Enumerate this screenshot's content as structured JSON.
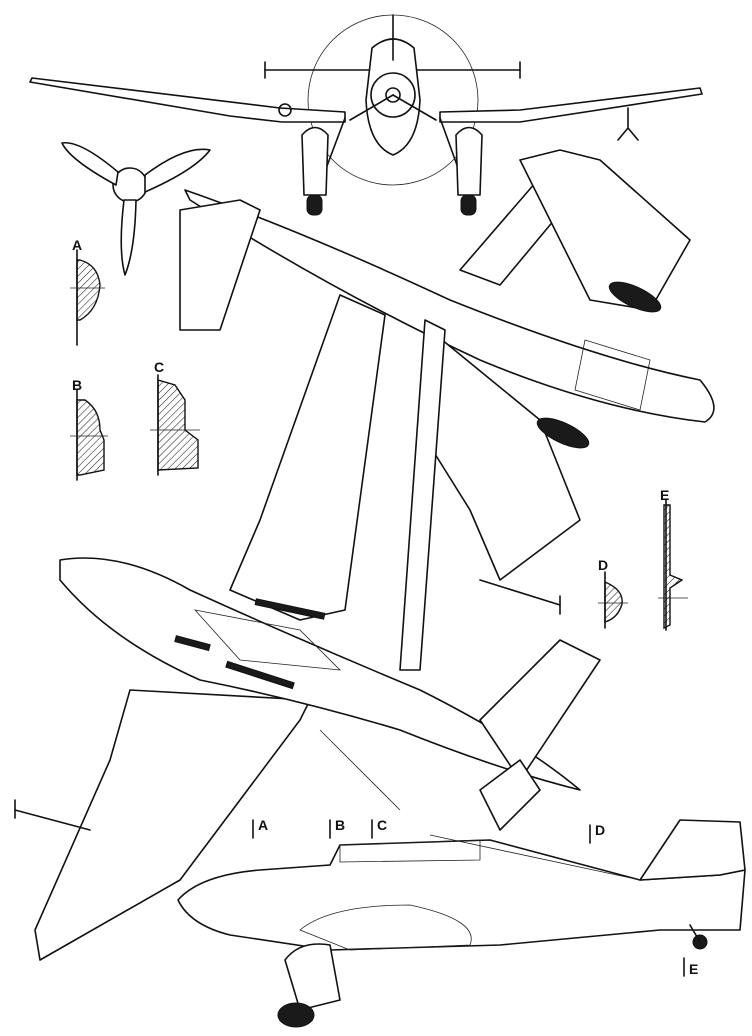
{
  "sections": {
    "a": "A",
    "b": "B",
    "c": "C",
    "d": "D",
    "e": "E"
  },
  "side_view_markers": {
    "a": "A",
    "b": "B",
    "c": "C",
    "d": "D",
    "e": "E"
  },
  "colors": {
    "line": "#111111",
    "paper": "#ffffff"
  }
}
